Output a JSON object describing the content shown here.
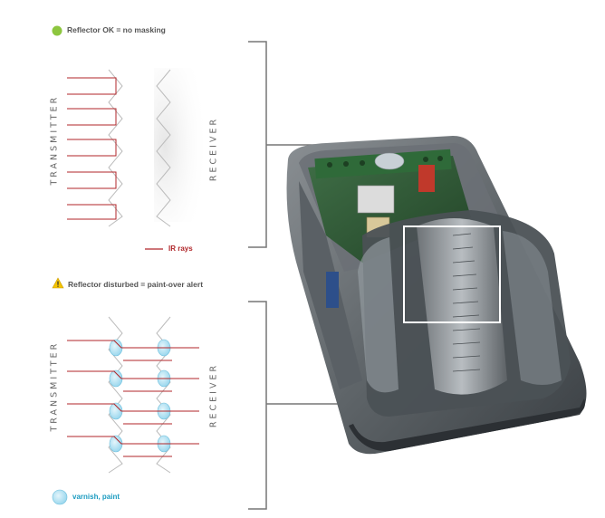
{
  "top": {
    "status_text": "Reflector OK = no masking",
    "status_color": "#8dc63f",
    "left_label": "TRANSMITTER",
    "right_label": "RECEIVER",
    "rays_legend": "IR rays",
    "ray_color": "#b0262a"
  },
  "bottom": {
    "status_text": "Reflector disturbed = paint-over alert",
    "warning_icon": "warning-triangle-icon",
    "left_label": "TRANSMITTER",
    "right_label": "RECEIVER",
    "varnish_legend": "varnish, paint",
    "varnish_color": "#8fd3ec"
  },
  "device": {
    "description_icon": "motion-detector-photo"
  }
}
